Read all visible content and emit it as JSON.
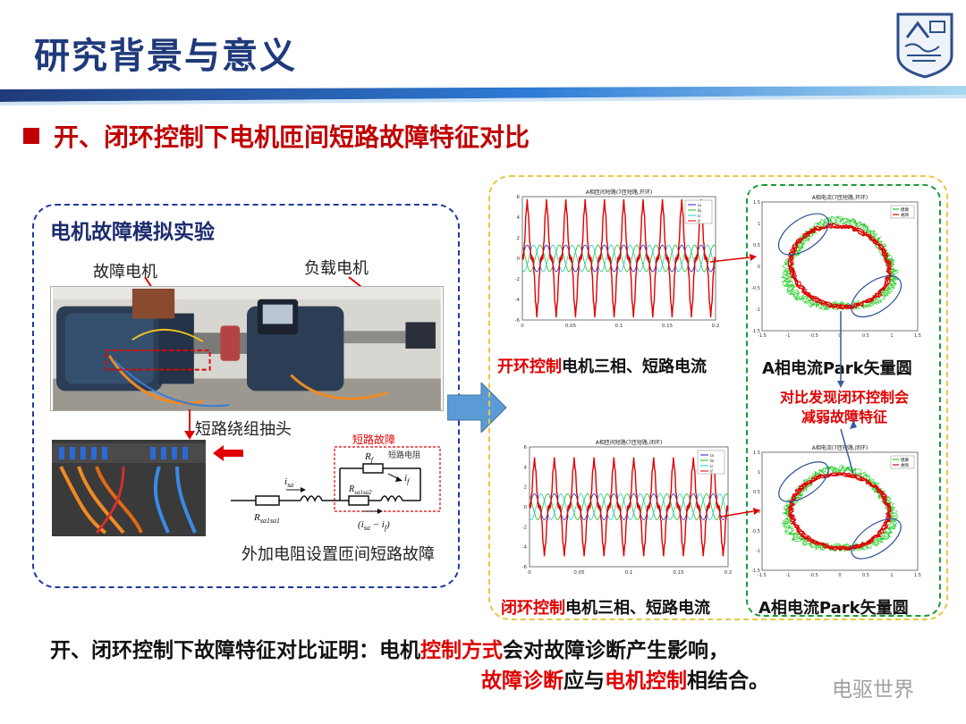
{
  "header": {
    "title": "研究背景与意义",
    "band_colors": [
      "#1f3a7a",
      "#2e7bd6",
      "#a8d8f0"
    ]
  },
  "section": {
    "title": "开、闭环控制下电机匝间短路故障特征对比"
  },
  "experiment": {
    "title": "电机故障模拟实验",
    "label_fault_motor": "故障电机",
    "label_load_motor": "负载电机",
    "label_tap": "短路绕组抽头",
    "circuit_caption": "外加电阻设置匝间短路故障",
    "circuit": {
      "fault_label": "短路故障",
      "r_f": "R",
      "r_f_sub": "f",
      "short_resistor": "短路电阻",
      "i_sa": "i",
      "i_sa_sub": "sa",
      "i_f": "i",
      "i_f_sub": "f",
      "r_left": "R",
      "r_left_sub": "sa1sa1",
      "r_mid": "R",
      "r_mid_sub": "sa1sa2",
      "diff_current": "(i",
      "diff_current_sub": "sa",
      "diff_current_tail": " − i",
      "diff_current_sub2": "f",
      "diff_current_close": ")"
    }
  },
  "comparison": {
    "open_caption_red": "开环控制",
    "open_caption_rest": "电机三相、短路电流",
    "open_park_caption": "A相电流Park矢量圆",
    "note_line1": "对比发现闭环控制会",
    "note_line2": "减弱故障特征",
    "closed_caption_red": "闭环控制",
    "closed_caption_rest": "电机三相、短路电流",
    "closed_park_caption": "A相电流Park矢量圆",
    "open_wave_title": "A相匝间短路(7匝短路,开环)",
    "closed_wave_title": "A相匝间短路(7匝短路,闭环)",
    "open_park_title": "A相电流(7匝短路,开环)",
    "closed_park_title": "A相电流(7匝短路,闭环)",
    "wave_legend": [
      "ia",
      "ib",
      "ic",
      "if"
    ],
    "park_legend": [
      "健康",
      "故障"
    ],
    "wave_xticks": [
      "0",
      "0.05",
      "0.1",
      "0.15",
      "0.2"
    ],
    "wave_yticks": [
      "6",
      "4",
      "2",
      "0",
      "-2",
      "-4",
      "-6"
    ],
    "park_xticks": [
      "-1.5",
      "-1",
      "-0.5",
      "0",
      "0.5",
      "1",
      "1.5"
    ],
    "park_yticks": [
      "1.5",
      "1",
      "0.5",
      "0",
      "-0.5",
      "-1",
      "-1.5"
    ]
  },
  "conclusion": {
    "line1_a": "开、闭环控制下故障特征对比证明：电机",
    "line1_red": "控制方式",
    "line1_b": "会对故障诊断产生影响，",
    "line2_red1": "故障诊断",
    "line2_mid": "应与",
    "line2_red2": "电机控制",
    "line2_tail": "相结合。"
  },
  "watermark": "电驱世界",
  "colors": {
    "title_blue": "#1f3a7a",
    "accent_red": "#c00000",
    "wave_red": "#e00000",
    "park_green": "#22cc22",
    "blue_dash": "#1f3aa0",
    "yellow_dash": "#e8c840",
    "green_dash": "#1a9a3a"
  }
}
